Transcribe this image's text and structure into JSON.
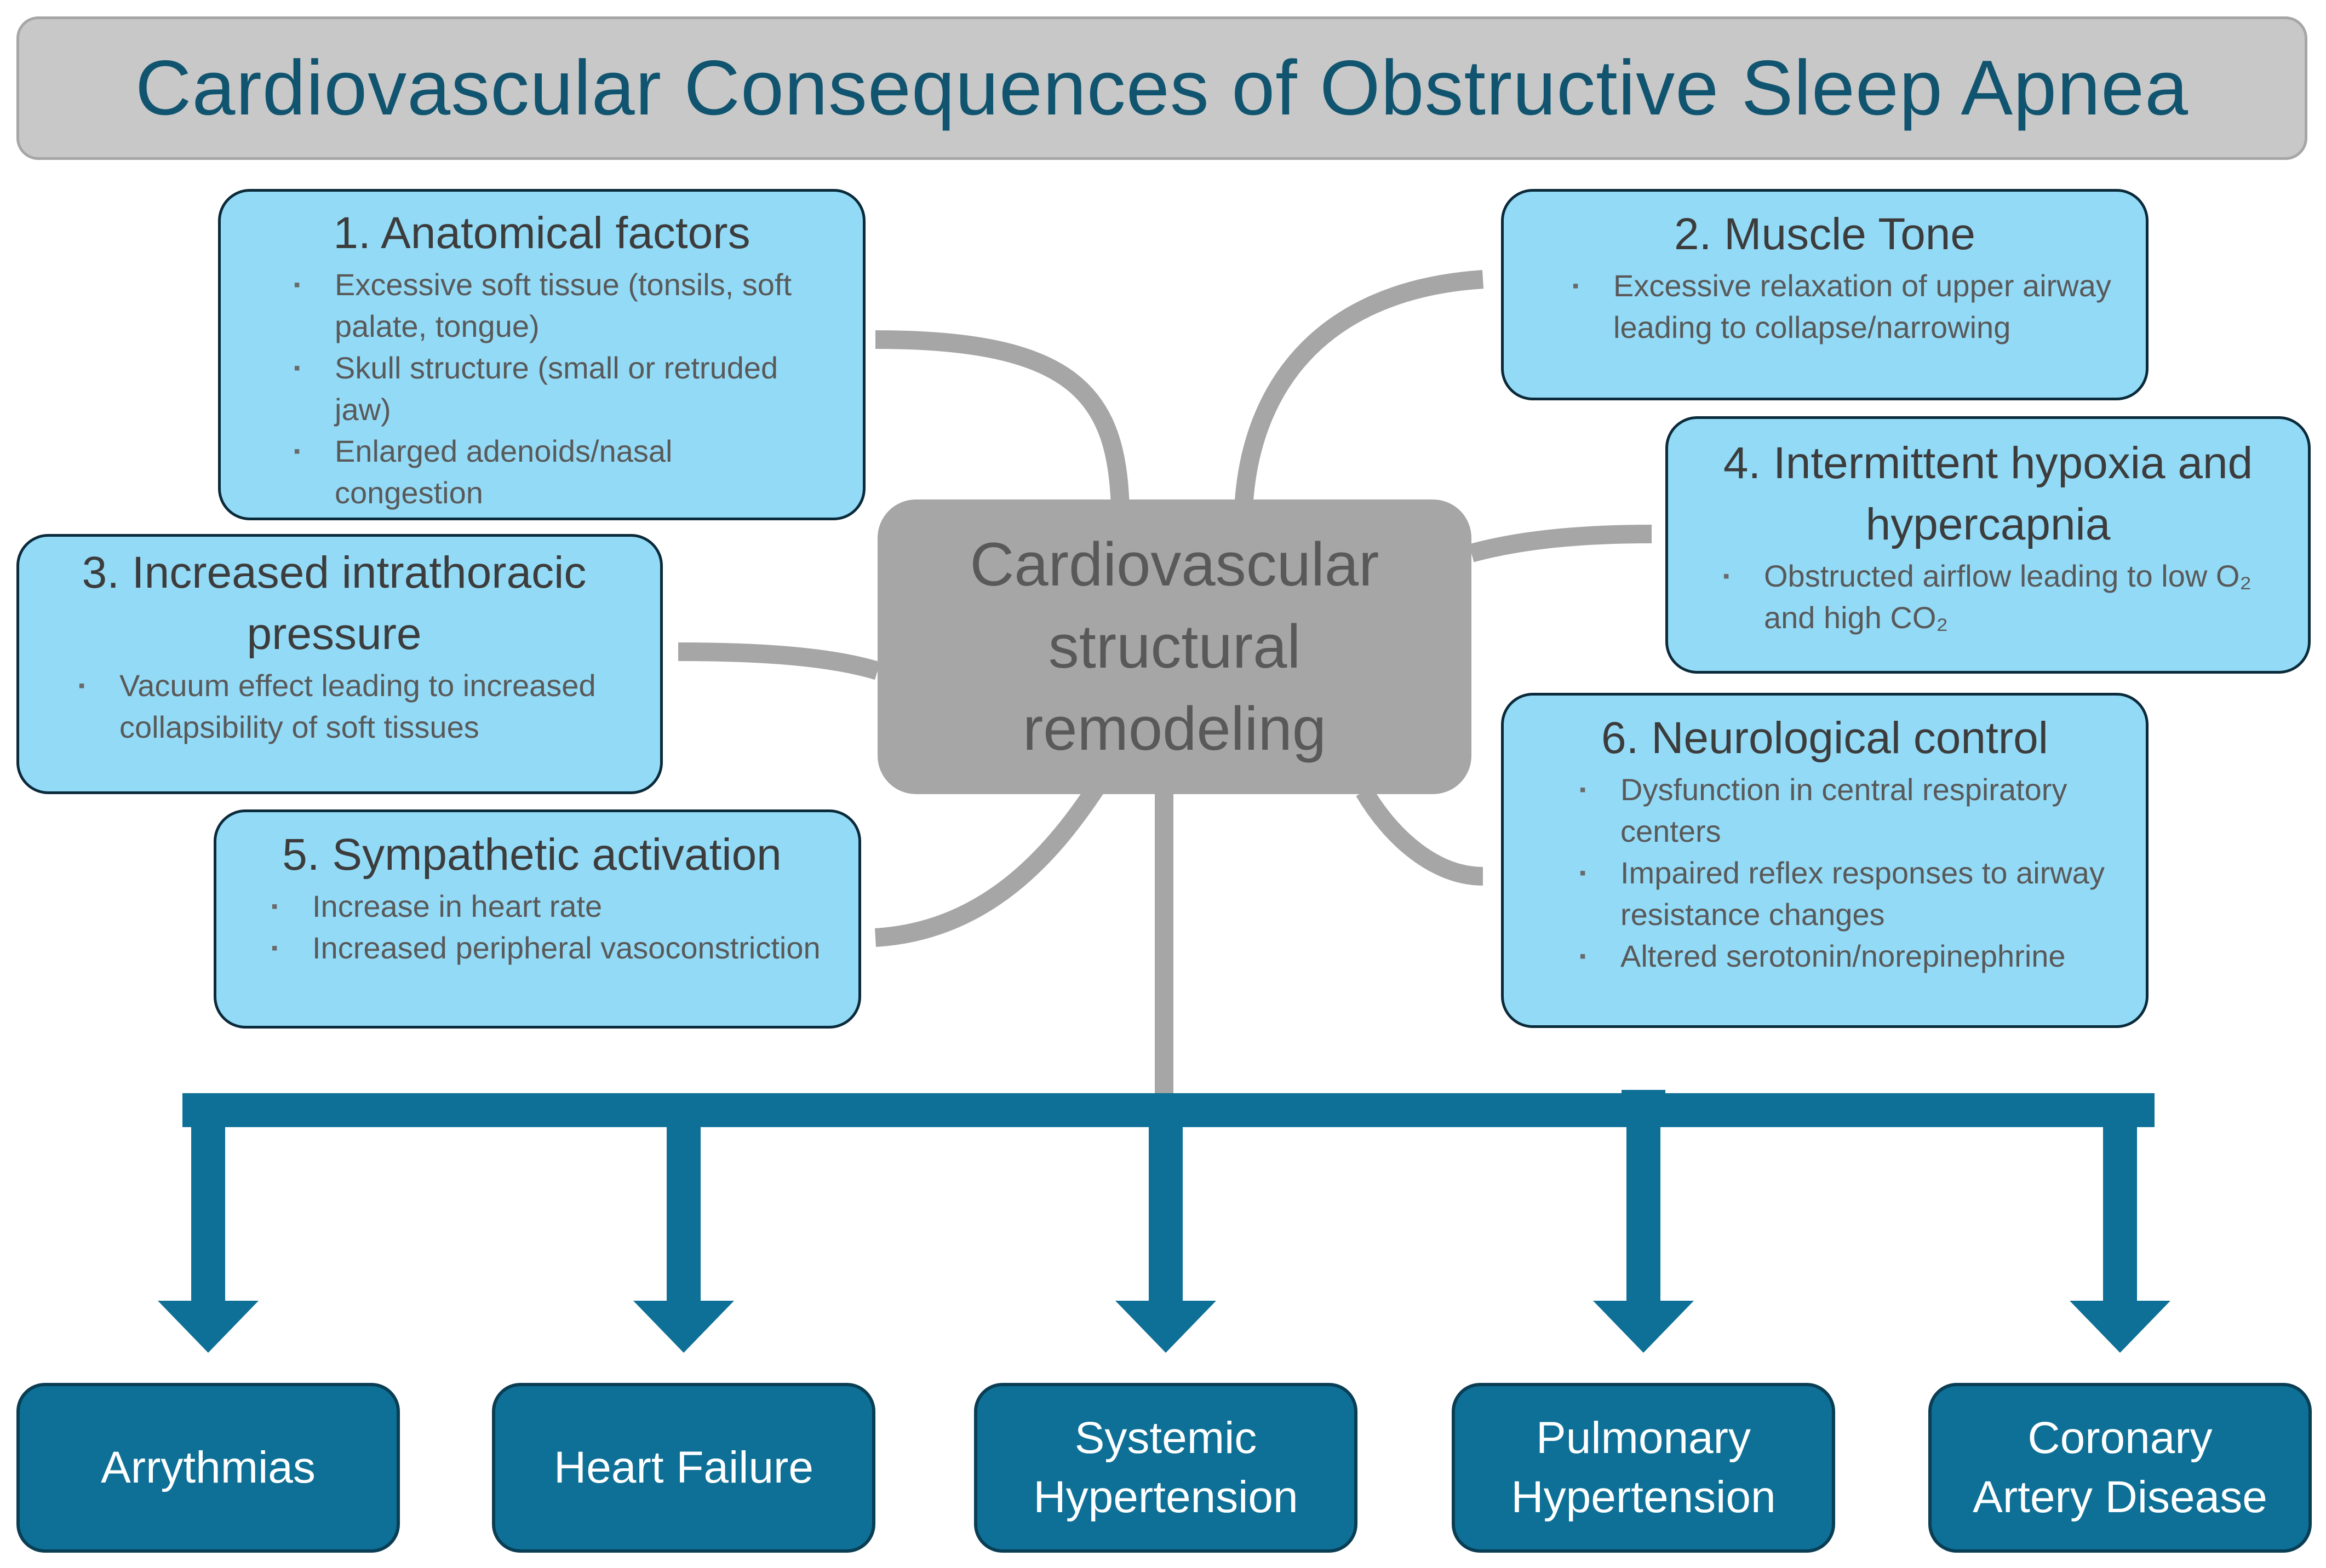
{
  "title": "Cardiovascular Consequences of Obstructive Sleep Apnea",
  "center": {
    "lines": [
      "Cardiovascular",
      "structural",
      "remodeling"
    ]
  },
  "factors": [
    {
      "title": "1. Anatomical factors",
      "bullets": [
        "Excessive soft tissue (tonsils, soft palate, tongue)",
        "Skull structure (small or retruded jaw)",
        "Enlarged adenoids/nasal congestion"
      ]
    },
    {
      "title": "2. Muscle Tone",
      "bullets": [
        "Excessive relaxation of upper airway leading to collapse/narrowing"
      ]
    },
    {
      "title": "3. Increased intrathoracic pressure",
      "bullets": [
        "Vacuum effect leading to increased collapsibility of soft tissues"
      ]
    },
    {
      "title": "4. Intermittent hypoxia and hypercapnia",
      "bullets": [
        "Obstructed airflow leading to low O₂ and high CO₂"
      ]
    },
    {
      "title": "5. Sympathetic activation",
      "bullets": [
        "Increase in heart rate",
        "Increased peripheral vasoconstriction"
      ]
    },
    {
      "title": "6. Neurological control",
      "bullets": [
        "Dysfunction in central respiratory centers",
        "Impaired reflex responses to airway resistance changes",
        "Altered serotonin/norepinephrine"
      ]
    }
  ],
  "outcomes": [
    {
      "lines": [
        "Arrythmias"
      ]
    },
    {
      "lines": [
        "Heart Failure"
      ]
    },
    {
      "lines": [
        "Systemic",
        "Hypertension"
      ]
    },
    {
      "lines": [
        "Pulmonary",
        "Hypertension"
      ]
    },
    {
      "lines": [
        "Coronary",
        "Artery Disease"
      ]
    }
  ],
  "colors": {
    "title_bg": "#c8c8c8",
    "title_text": "#11546f",
    "center_bg": "#a6a6a6",
    "factor_bg": "#93daf6",
    "outcome_bg": "#0e7096",
    "arrow": "#0e7096",
    "connector": "#a6a6a6"
  }
}
